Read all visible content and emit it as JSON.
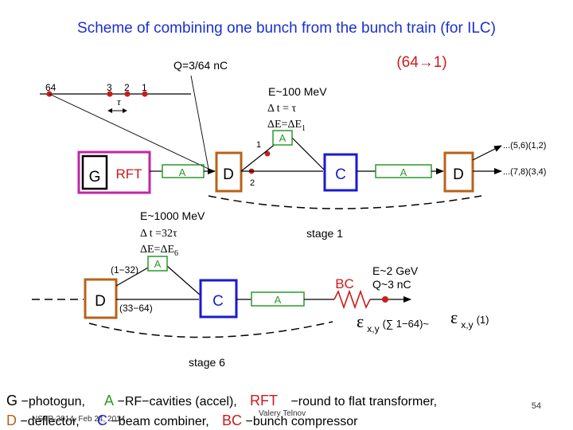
{
  "title": "Scheme of combining one bunch from the bunch train (for ILC)",
  "ratio": "(64→1)",
  "stage1": {
    "charge": "Q=3/64 nC",
    "bunch_labels": [
      "64",
      "3",
      "2",
      "1"
    ],
    "tau": "τ",
    "energy": "E~100 MeV",
    "dt": "Δ t = τ",
    "de": "ΔE=ΔE",
    "de_sub": "1",
    "path1": "1",
    "path2": "2",
    "out_top": "...(5,6)(1,2)",
    "out_bottom": "...(7,8)(3,4)",
    "stage": "stage 1"
  },
  "stage6": {
    "energy": "E~1000 MeV",
    "dt": "Δ t =32τ",
    "de": "ΔE=ΔE",
    "de_sub": "6",
    "top_range": "(1−32)",
    "bottom_range": "(33−64)",
    "stage": "stage 6",
    "final_energy": "E~2 GeV",
    "final_charge": "Q~3 nC",
    "emittance_left_sym": "ε",
    "emittance_left_sub": "x,y",
    "emittance_left_arg": "(∑ 1−64)~",
    "emittance_right_sym": "ε",
    "emittance_right_sub": "x,y",
    "emittance_right_arg": "(1)"
  },
  "blocks": {
    "G": "G",
    "RFT": "RFT",
    "A": "A",
    "D": "D",
    "C": "C",
    "BC": "BC"
  },
  "legend": {
    "g_key": "G",
    "g_text": "−photogun,",
    "a_key": "A",
    "a_text": "−RF−cavities (accel),",
    "rft_key": "RFT",
    "rft_text": "−round to flat transformer,",
    "d_key": "D",
    "d_text": "−deflector,",
    "c_key": "C",
    "c_text": "−beam combiner,",
    "bc_key": "BC",
    "bc_text": "−bunch compressor"
  },
  "footer": {
    "conference": "NSTR-2014, Feb 24, 2014",
    "author": "Valery Telnov",
    "page": "54"
  },
  "colors": {
    "title": "#1a2fd0",
    "gun": "#c026a9",
    "rft": "#cc1a1a",
    "accel": "#2a9a2a",
    "deflector": "#b8621a",
    "combiner": "#1a1ad0",
    "bunch": "#c81e1e"
  }
}
